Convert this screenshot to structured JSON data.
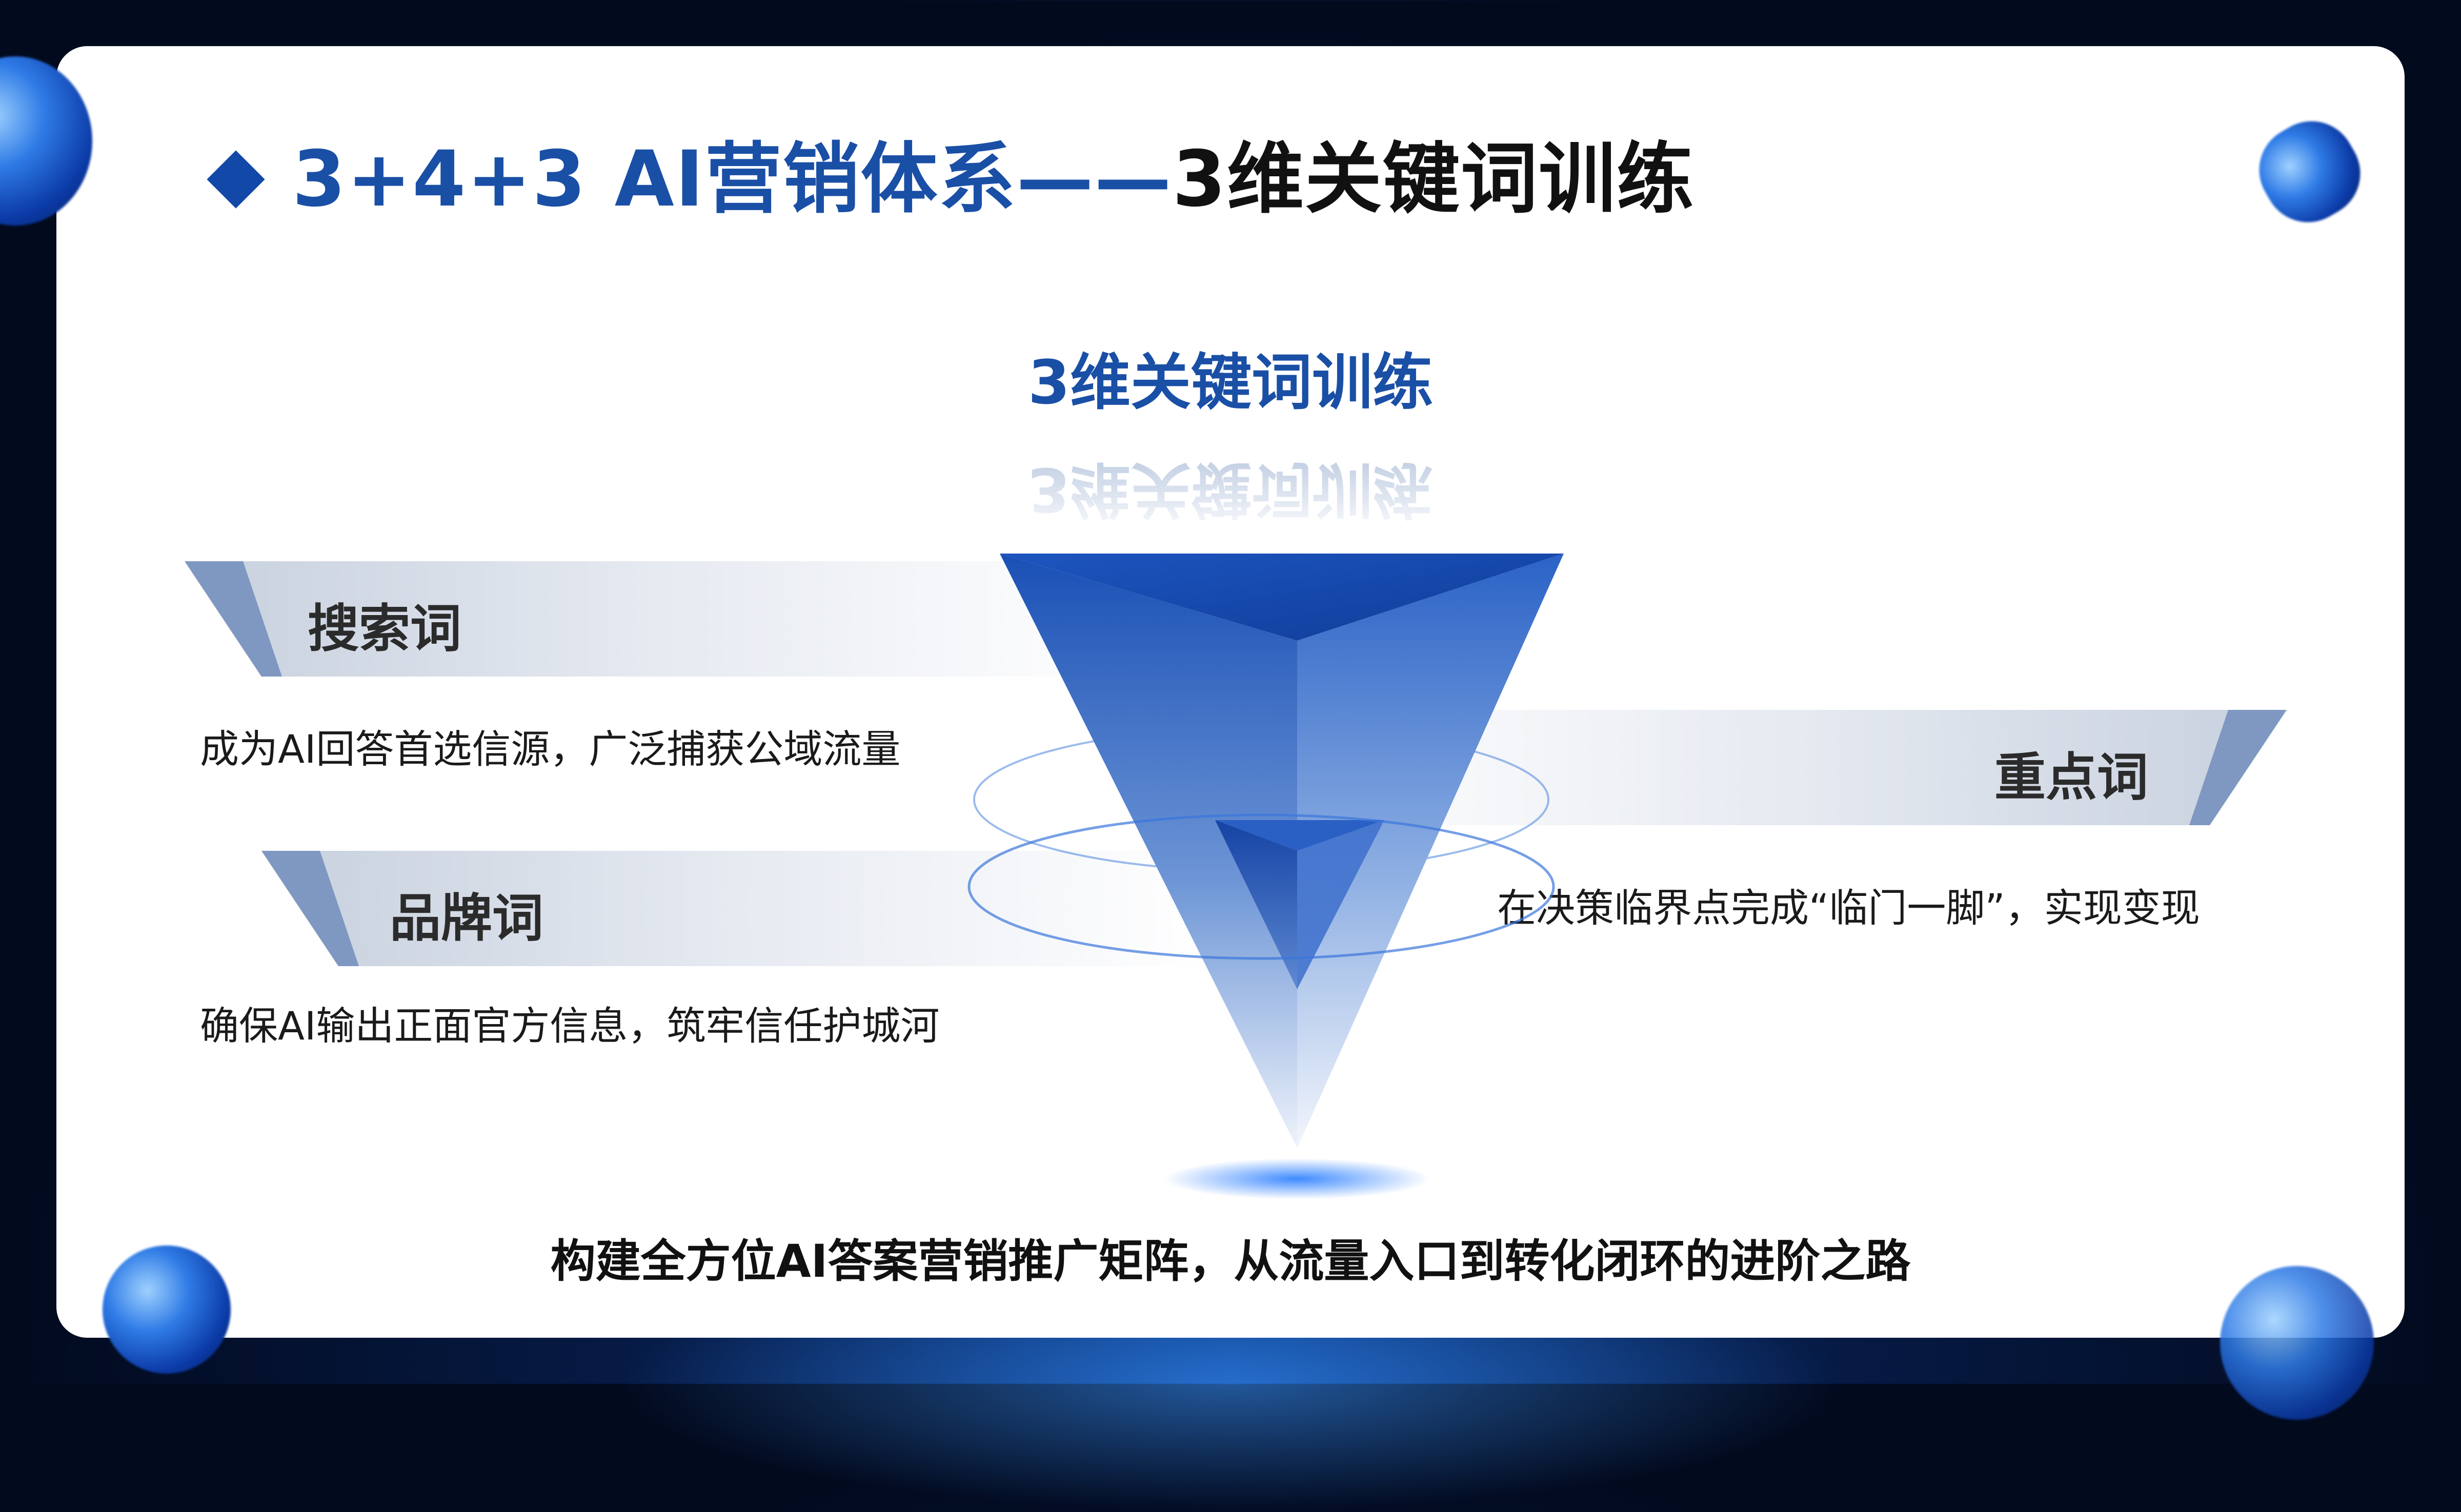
{
  "header": {
    "title_blue": "3+4+3 AI营销体系——",
    "title_dark": "3维关键词训练"
  },
  "center": {
    "title": "3维关键词训练"
  },
  "keywords": [
    {
      "label": "搜索词",
      "desc": "成为AI回答首选信源，广泛捕获公域流量"
    },
    {
      "label": "品牌词",
      "desc": "确保AI输出正面官方信息，筑牢信任护城河"
    },
    {
      "label": "重点词",
      "desc": "在决策临界点完成“临门一脚”，实现变现"
    }
  ],
  "footer": {
    "summary": "构建全方位AI答案营销推广矩阵，从流量入口到转化闭环的进阶之路"
  },
  "colors": {
    "accent": "#1a4fa6",
    "band_stripe": "#7f98c2",
    "pyramid_dark": "#1746a8",
    "pyramid_light": "#dbe6f7"
  }
}
